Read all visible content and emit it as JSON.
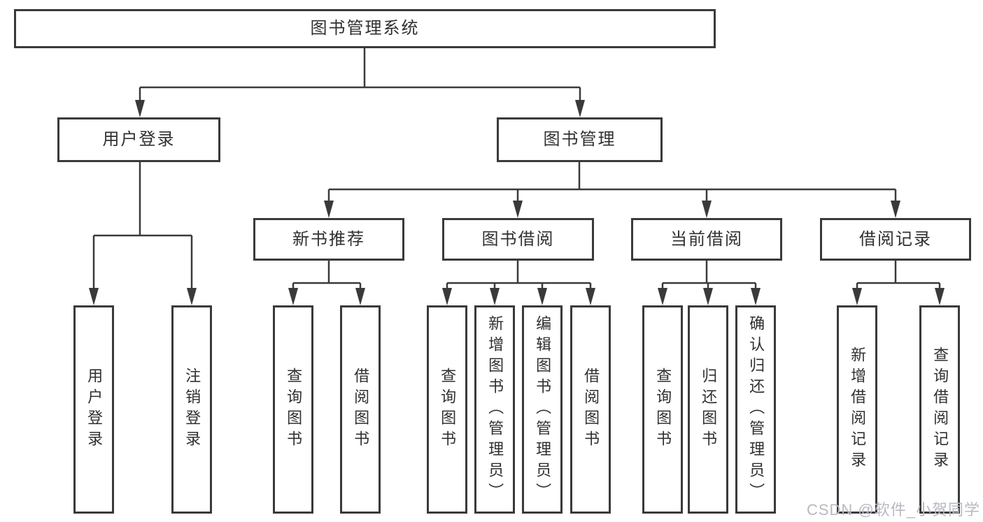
{
  "tree": {
    "label": "图书管理系统",
    "children": [
      {
        "label": "用户登录",
        "children": [
          {
            "label": "用户登录"
          },
          {
            "label": "注销登录"
          }
        ]
      },
      {
        "label": "图书管理",
        "children": [
          {
            "label": "新书推荐",
            "children": [
              {
                "label": "查询图书"
              },
              {
                "label": "借阅图书"
              }
            ]
          },
          {
            "label": "图书借阅",
            "children": [
              {
                "label": "查询图书"
              },
              {
                "label": "新增图书（管理员）"
              },
              {
                "label": "编辑图书（管理员）"
              },
              {
                "label": "借阅图书"
              }
            ]
          },
          {
            "label": "当前借阅",
            "children": [
              {
                "label": "查询图书"
              },
              {
                "label": "归还图书"
              },
              {
                "label": "确认归还（管理员）"
              }
            ]
          },
          {
            "label": "借阅记录",
            "children": [
              {
                "label": "新增借阅记录"
              },
              {
                "label": "查询借阅记录"
              }
            ]
          }
        ]
      }
    ]
  },
  "watermark": {
    "text": "CSDN @软件_小贺同学"
  },
  "colors": {
    "line": "#3a3a3a",
    "box_border": "#3a3a3a",
    "text": "#303030",
    "watermark": "#b6bac0",
    "background": "#ffffff"
  }
}
